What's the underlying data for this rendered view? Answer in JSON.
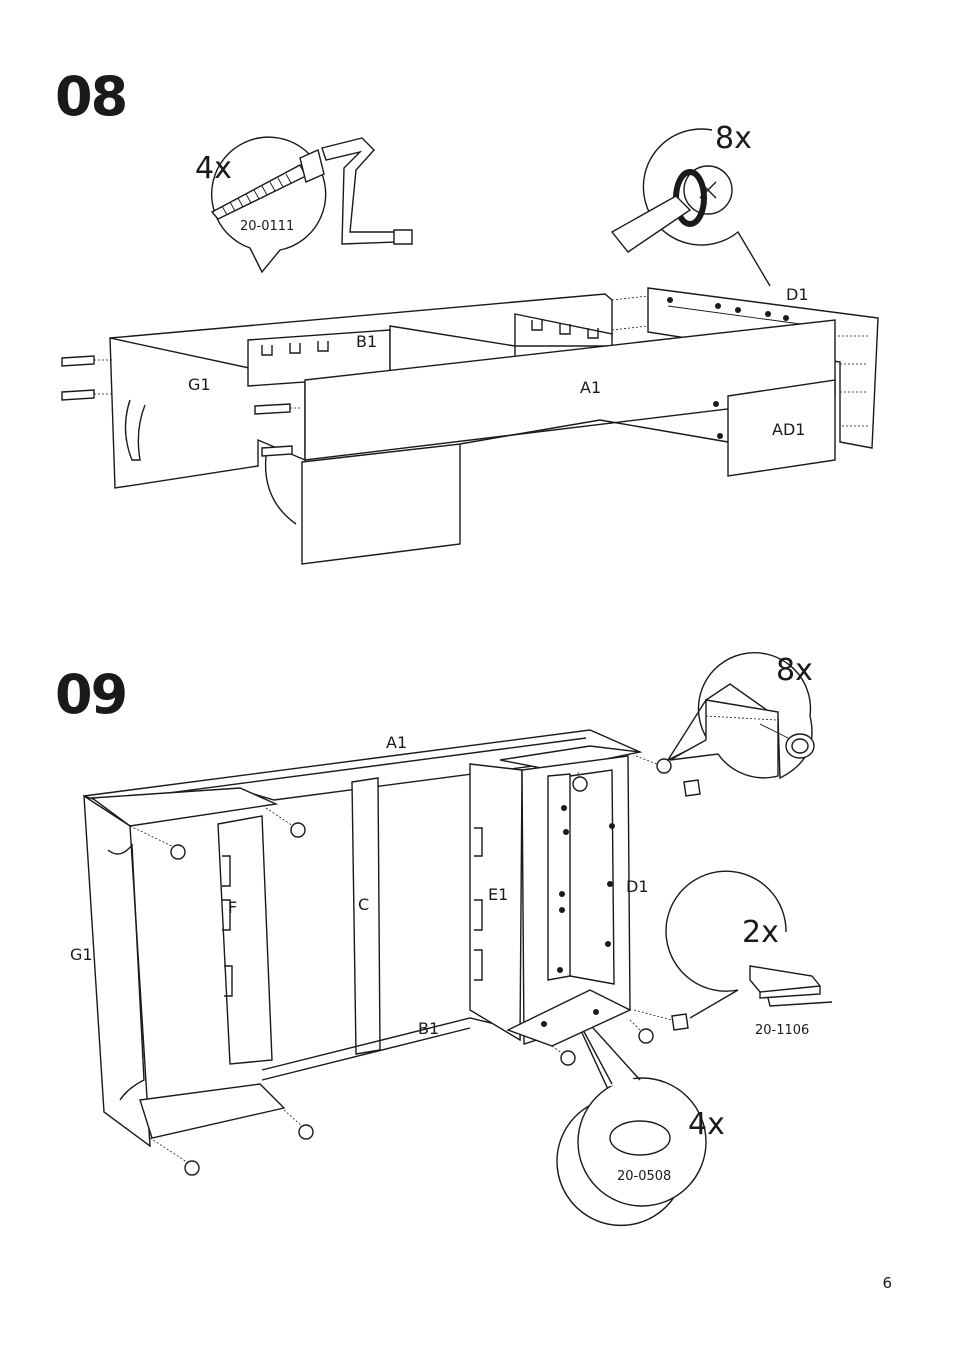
{
  "steps": [
    {
      "number": "08",
      "callouts": [
        {
          "quantity": "4x",
          "code": "20-0111"
        },
        {
          "quantity": "8x"
        }
      ],
      "labels": {
        "b1": "B1",
        "g1": "G1",
        "a1": "A1",
        "d1": "D1",
        "ad1": "AD1"
      }
    },
    {
      "number": "09",
      "callouts": [
        {
          "quantity": "8x"
        },
        {
          "quantity": "2x",
          "code": "20-1106"
        },
        {
          "quantity": "4x",
          "code": "20-0508"
        }
      ],
      "labels": {
        "a1": "A1",
        "g1": "G1",
        "f": "F",
        "c": "C",
        "e1": "E1",
        "d1": "D1",
        "b1": "B1"
      }
    }
  ],
  "page_number": "6"
}
